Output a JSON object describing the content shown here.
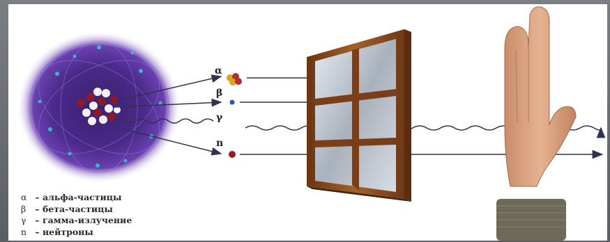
{
  "rays": [
    {
      "symbol": "α",
      "name": "альфа-частицы"
    },
    {
      "symbol": "β",
      "name": "бета-частицы"
    },
    {
      "symbol": "γ",
      "name": "гамма-излучение"
    },
    {
      "symbol": "n",
      "name": "нейтроны"
    }
  ],
  "legend": {
    "dash": "–",
    "items": [
      {
        "symbol": "α",
        "text": "альфа-частицы"
      },
      {
        "symbol": "β",
        "text": "бета-частицы"
      },
      {
        "symbol": "γ",
        "text": "гамма-излучение"
      },
      {
        "symbol": "n",
        "text": "нейтроны"
      }
    ]
  },
  "colors": {
    "atom_glow": "#5a2a9a",
    "atom_core": "#2a1450",
    "ray_line": "#2e3350",
    "window_frame": "#8a4a1e",
    "glass": "#bfc6cf",
    "skin": "#d9a27f",
    "sleeve": "#6f6a58"
  },
  "icons": {
    "atom": "atom-icon",
    "window": "window-icon",
    "hand": "hand-icon"
  }
}
